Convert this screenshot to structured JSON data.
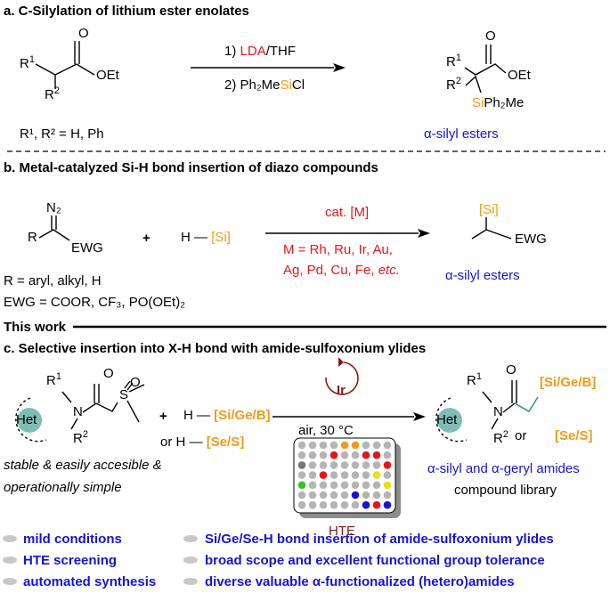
{
  "sections": {
    "a": {
      "heading": "a. C-Silylation of lithium ester enolates",
      "reactant": {
        "r1": "R",
        "r1_sup": "1",
        "r2": "R",
        "r2_sup": "2",
        "carbonyl_o": "O",
        "oet": "OEt"
      },
      "substituents": "R¹, R² = H, Ph",
      "step1": {
        "prefix": "1) ",
        "reagent": "LDA",
        "suffix": "/THF"
      },
      "step2": {
        "prefix": "2) Ph₂Me",
        "si": "Si",
        "suffix": "Cl"
      },
      "product": {
        "r1": "R",
        "r1_sup": "1",
        "r2": "R",
        "r2_sup": "2",
        "carbonyl_o": "O",
        "oet": "OEt",
        "si": "Si",
        "si_suffix": "Ph₂Me"
      },
      "product_label": "α-silyl esters"
    },
    "b": {
      "heading": "b. Metal-catalyzed Si-H bond insertion of diazo compounds",
      "diazo": {
        "n2": "N₂",
        "r": "R",
        "ewg": "EWG"
      },
      "plus": "+",
      "silane": {
        "h": "H",
        "si": "[Si]"
      },
      "catalyst": "cat. [M]",
      "metals_line1": "M = Rh, Ru, Ir, Au,",
      "metals_line2": "Ag, Pd, Cu, Fe, ",
      "metals_etc": "etc.",
      "product": {
        "si": "[Si]",
        "ewg": "EWG"
      },
      "product_label": "α-silyl esters",
      "r_def": "R = aryl, alkyl, H",
      "ewg_def": "EWG = COOR, CF₃, PO(OEt)₂"
    },
    "this_work": "This work",
    "c": {
      "heading": "c. Selective insertion into X-H bond with amide-sulfoxonium ylides",
      "ylide": {
        "r1": "R",
        "r1_sup": "1",
        "r2": "R",
        "r2_sup": "2",
        "n": "N",
        "het": "Het",
        "o": "O",
        "s": "S",
        "so": "O"
      },
      "plus": "+",
      "reagent1": {
        "h": "H",
        "x": "[Si/Ge/B]"
      },
      "or": "or",
      "reagent2": {
        "h": "H",
        "x": "[Se/S]"
      },
      "catalyst": "Ir",
      "conditions": "air, 30 °C",
      "hte": "HTE",
      "product": {
        "r1": "R",
        "r1_sup": "1",
        "r2": "R",
        "r2_sup": "2",
        "n": "N",
        "het": "Het",
        "o": "O",
        "x1": "[Si/Ge/B]",
        "or": "or",
        "x2": "[Se/S]"
      },
      "note_line1": "stable & easily accesible &",
      "note_line2": "operationally simple",
      "product_label": "α-silyl and α-geryl amides",
      "library_label": "compound library"
    }
  },
  "features": [
    "mild conditions",
    "HTE screening",
    "automated synthesis",
    "Si/Ge/Se-H bond insertion of amide-sulfoxonium ylides",
    "broad scope and excellent functional group tolerance",
    "diverse valuable α-functionalized (hetero)amides"
  ],
  "colors": {
    "red": "#e8141b",
    "orange": "#f29a16",
    "blue": "#1414d4",
    "maroon": "#8a1a1a",
    "teal": "#3a9a8a",
    "plate_grey": "#9a9a9a"
  }
}
